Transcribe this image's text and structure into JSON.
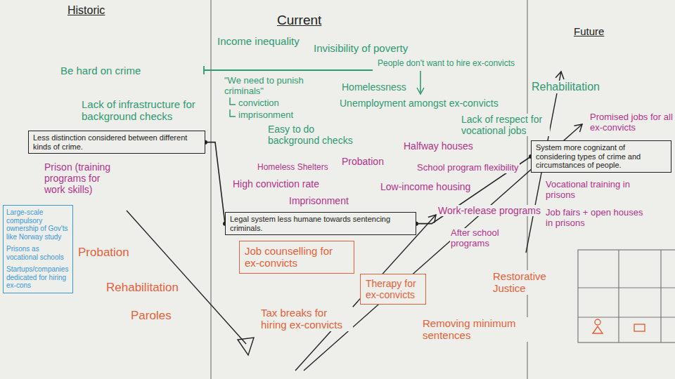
{
  "diagram": {
    "nodes": [
      {
        "text": [
          "Less distinction considered between different kinds of crime."
        ]
      },
      {
        "text": [
          "System more cognizant of considering types of crime and circumstances of people."
        ]
      },
      {
        "text": [
          "Legal system less humane towards sentencing criminals."
        ]
      },
      {
        "text": [
          "Large-scale compulsory ownership of Gov'ts like Norway study",
          "Prisons as vocational schools",
          "Startups/companies dedicated for hiring ex-cons"
        ]
      },
      {
        "text": [
          "Job counselling for ex-convicts"
        ]
      },
      {
        "text": [
          "Therapy for ex-convicts"
        ]
      }
    ],
    "edges": [
      {
        "from": 0,
        "to": 2,
        "arrow": "none"
      },
      {
        "from": 2,
        "to": 1,
        "arrow": "none"
      }
    ],
    "labels": [
      "Historic",
      "Current",
      "Future",
      "Income inequality",
      "Invisibility of poverty",
      "Be hard on crime",
      "People don't want to hire ex-convicts",
      "\"We need to punish criminals\"",
      "conviction",
      "imprisonment",
      "Homelessness",
      "Unemployment amongst ex-convicts",
      "Rehabilitation",
      "Lack of infrastructure for background checks",
      "Lack of respect for vocational jobs",
      "Promised jobs for all ex-convicts",
      "Easy to do background checks",
      "Halfway houses",
      "Prison (training programs for work skills)",
      "Probation",
      "Homeless Shelters",
      "School program flexibility",
      "High conviction rate",
      "Low-income housing",
      "Vocational training in prisons",
      "Imprisonment",
      "Work-release programs",
      "Job fairs + open houses in prisons",
      "After school programs",
      "Probation",
      "Restorative Justice",
      "Rehabilitation",
      "Tax breaks for hiring ex-convicts",
      "Paroles",
      "Removing minimum sentences"
    ]
  }
}
